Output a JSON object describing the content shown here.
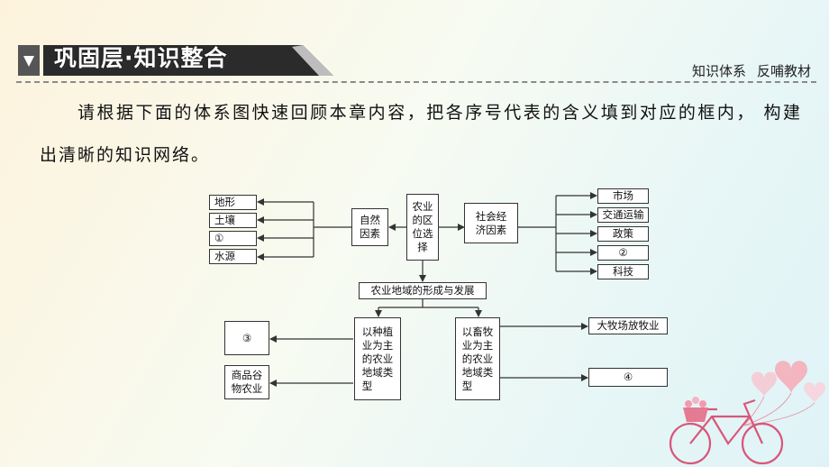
{
  "header": {
    "title": "巩固层·知识整合",
    "subtitle_left": "知识体系",
    "subtitle_right": "反哺教材"
  },
  "intro": "请根据下面的体系图快速回顾本章内容，把各序号代表的含义填到对应的框内， 构建出清晰的知识网络。",
  "diagram": {
    "natural_items": [
      "地形",
      "土壤",
      "①",
      "水源"
    ],
    "natural_factors": "自然\n因素",
    "location_choice": "农业\n的区\n位选\n择",
    "socio_economic": "社会经\n济因素",
    "socio_items": [
      "市场",
      "交通运输",
      "政策",
      "②",
      "科技"
    ],
    "formation": "农业地域的形成与发展",
    "crop_based": "以种植\n业为主\n的农业\n地域类\n型",
    "crop_items": [
      "③",
      "商品谷\n物农业"
    ],
    "livestock_based": "以畜牧\n业为主\n的农业\n地域类\n型",
    "livestock_items": [
      "大牧场放牧业",
      "④"
    ]
  }
}
